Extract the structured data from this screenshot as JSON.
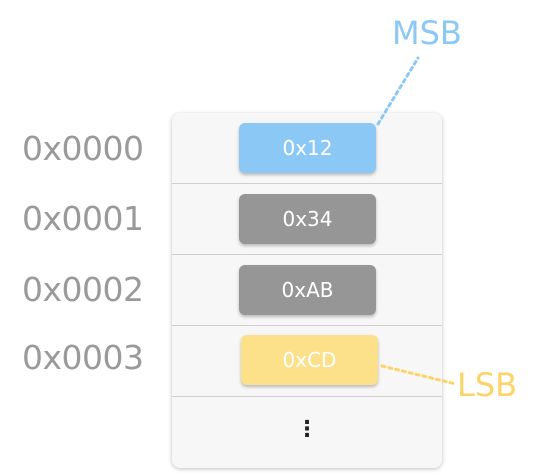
{
  "rows": [
    {
      "address": "0x0000",
      "value": "0x12",
      "color": "#8cc8f5"
    },
    {
      "address": "0x0001",
      "value": "0x34",
      "color": "#969696"
    },
    {
      "address": "0x0002",
      "value": "0xAB",
      "color": "#969696"
    },
    {
      "address": "0x0003",
      "value": "0xCD",
      "color": "#fde08a"
    }
  ],
  "ellipsis": "⋮",
  "msb": {
    "label": "MSB",
    "color": "#8cc8f5"
  },
  "lsb": {
    "label": "LSB",
    "color": "#fdd46a"
  }
}
